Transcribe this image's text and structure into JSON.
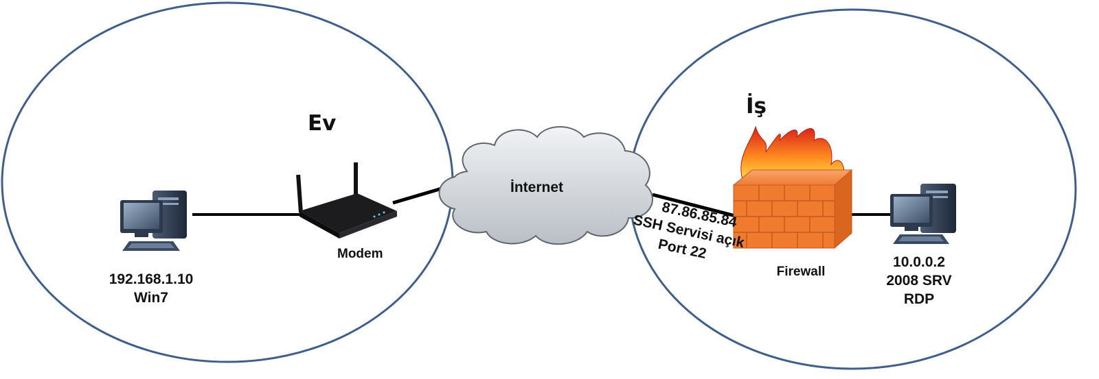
{
  "zones": {
    "home": {
      "title": "Ev"
    },
    "work": {
      "title": "İş"
    }
  },
  "nodes": {
    "home_pc": {
      "line1": "192.168.1.10",
      "line2": "Win7"
    },
    "modem": {
      "label": "Modem"
    },
    "internet": {
      "label": "İnternet"
    },
    "firewall": {
      "label": "Firewall"
    },
    "server": {
      "line1": "10.0.0.2",
      "line2": "2008 SRV",
      "line3": "RDP"
    }
  },
  "link_annotation": {
    "line1": "87.86.85.84",
    "line2": "SSH Servisi açık",
    "line3": "Port 22"
  },
  "colors": {
    "zone_border": "#3f5e8c",
    "cloud_fill": "#d7dbe0",
    "brick": "#f07a2e",
    "flame": "#e2361a"
  }
}
